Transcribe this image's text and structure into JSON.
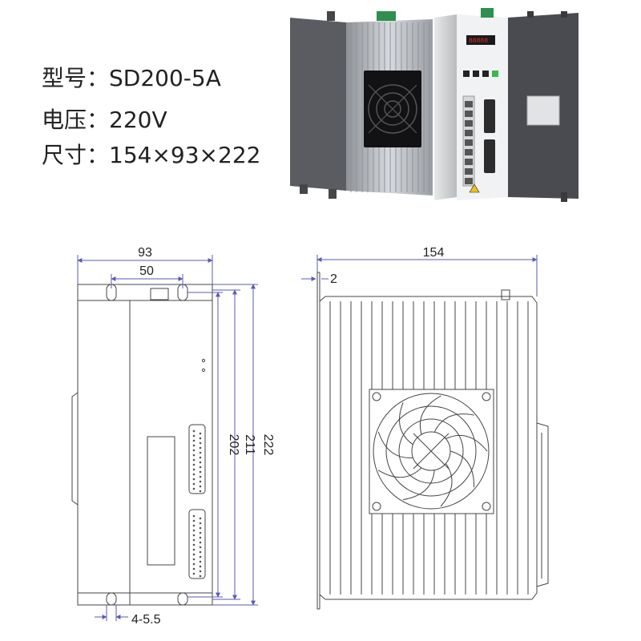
{
  "specs": {
    "model_label": "型号：",
    "model_value": "SD200-5A",
    "voltage_label": "电压：",
    "voltage_value": "220V",
    "size_label": "尺寸：",
    "size_value": "154×93×222"
  },
  "front_view_dims": {
    "width": "93",
    "hole_spacing": "50",
    "height_inner": "202",
    "height_mid": "211",
    "height_total": "222",
    "mount_holes": "4-5.5"
  },
  "side_view_dims": {
    "depth": "154",
    "flange": "2"
  },
  "colors": {
    "dimension_line": "#5a5ab4",
    "outline": "#444444",
    "device_body": "#4a4b50",
    "heatsink": "#bfc3c8"
  }
}
